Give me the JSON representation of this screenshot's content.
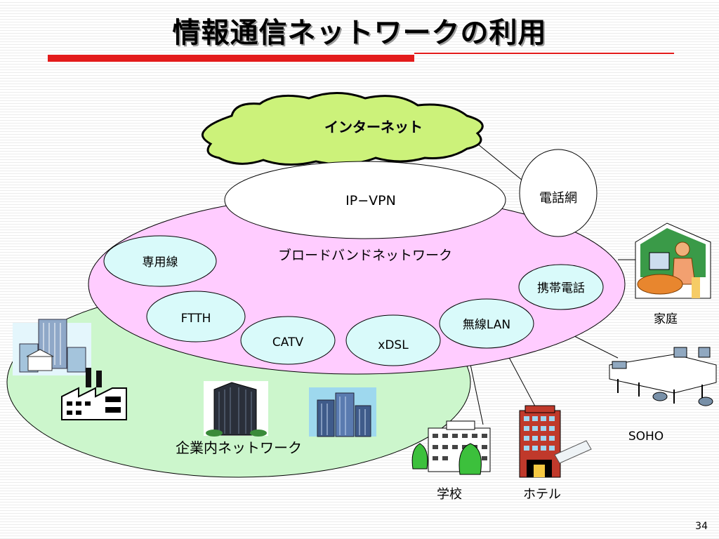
{
  "slide": {
    "title": "情報通信ネットワークの利用",
    "page_number": "34"
  },
  "diagram": {
    "internet": "インターネット",
    "ip_vpn": "IP−VPN",
    "phone_network": "電話網",
    "broadband": "ブロードバンドネットワーク",
    "corporate": "企業内ネットワーク",
    "nodes": {
      "leased_line": "専用線",
      "ftth": "FTTH",
      "catv": "CATV",
      "xdsl": "xDSL",
      "wireless_lan": "無線LAN",
      "mobile_phone": "携帯電話"
    },
    "endpoints": {
      "home": "家庭",
      "soho": "SOHO",
      "school": "学校",
      "hotel": "ホテル"
    }
  },
  "colors": {
    "title_rule": "#e31b1b",
    "internet_cloud": "#ccf27a",
    "broadband_fill": "#ffccff",
    "corporate_fill": "#ccf6cc",
    "node_fill": "#d9fafa"
  }
}
